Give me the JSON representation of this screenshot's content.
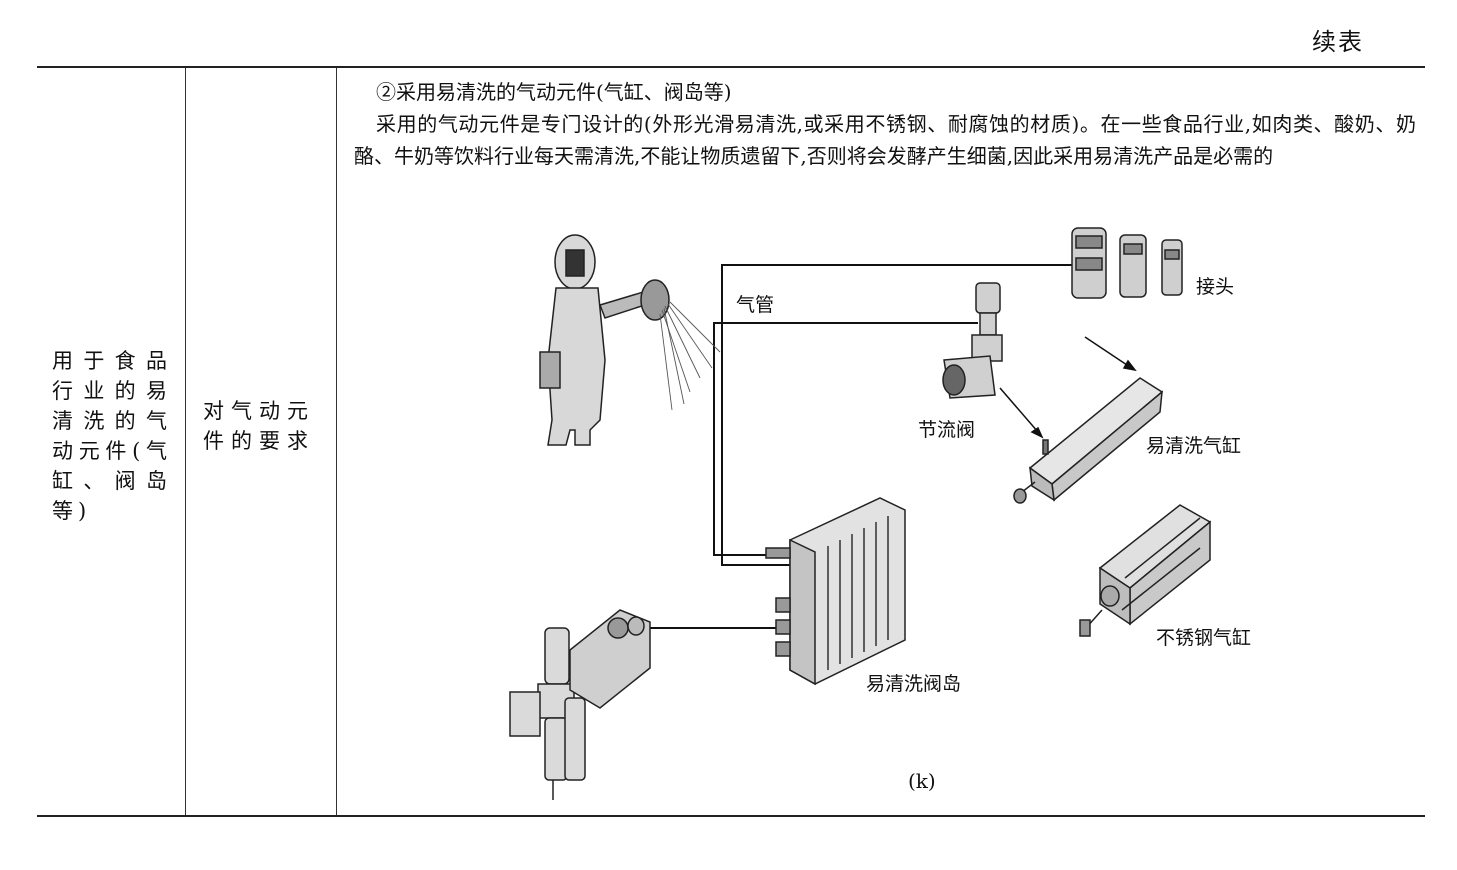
{
  "header": {
    "continued_label": "续表"
  },
  "row": {
    "category": "用于食品行业的易清洗的气动元件(气缸、阀岛等)",
    "requirement": "对气动元件的要求",
    "content": {
      "item_heading": "②采用易清洗的气动元件(气缸、阀岛等)",
      "paragraph": "采用的气动元件是专门设计的(外形光滑易清洗,或采用不锈钢、耐腐蚀的材质)。在一些食品行业,如肉类、酸奶、奶酪、牛奶等饮料行业每天需清洗,不能让物质遗留下,否则将会发酵产生细菌,因此采用易清洗产品是必需的"
    }
  },
  "figure": {
    "labels": {
      "air_pipe": "气管",
      "fittings": "接头",
      "throttle_valve": "节流阀",
      "easy_clean_cylinder": "易清洗气缸",
      "stainless_cylinder": "不锈钢气缸",
      "easy_clean_valve_island": "易清洗阀岛"
    },
    "caption": "(k)"
  }
}
